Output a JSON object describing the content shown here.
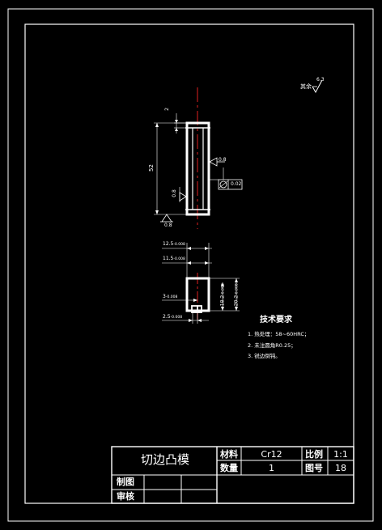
{
  "titleblock": {
    "part_name": "切边凸模",
    "material_label": "材料",
    "material_value": "Cr12",
    "quantity_label": "数量",
    "quantity_value": "1",
    "scale_label": "比例",
    "scale_value": "1:1",
    "drawing_no_label": "图号",
    "drawing_no_value": "18",
    "drawn_by_label": "制图",
    "checked_by_label": "审核"
  },
  "roughness_note": {
    "label": "其余",
    "value": "6.3"
  },
  "front_view": {
    "dim_top": "2",
    "dim_length": "52",
    "roughness_right": "0.8",
    "roughness_left": "0.8",
    "roughness_bottom": "0.8",
    "cylindricity": "0.02"
  },
  "section_view": {
    "dim_outer": "12.5",
    "dim_outer_tol": "-0.008",
    "dim_inner": "11.5",
    "dim_inner_tol": "-0.008",
    "dim_height_1": "18.2",
    "dim_height_1_tol": "-0.008",
    "dim_height_2": "20.2",
    "dim_height_2_tol": "-0.008",
    "dim_left_1": "3",
    "dim_left_1_tol": "-0.008",
    "dim_left_2": "2.5",
    "dim_left_2_tol": "-0.008"
  },
  "tech_requirements": {
    "title": "技术要求",
    "items": [
      "1. 热处理：58~60HRC；",
      "2. 未注圆角R0.25；",
      "3. 锐边倒钝。"
    ]
  }
}
